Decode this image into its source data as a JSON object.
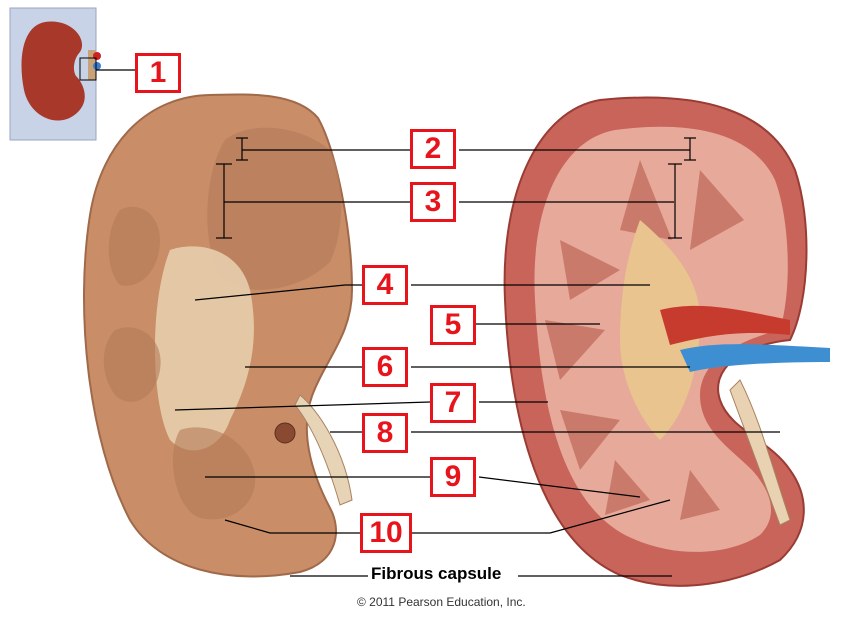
{
  "callouts": [
    {
      "id": "1",
      "label": "1"
    },
    {
      "id": "2",
      "label": "2"
    },
    {
      "id": "3",
      "label": "3"
    },
    {
      "id": "4",
      "label": "4"
    },
    {
      "id": "5",
      "label": "5"
    },
    {
      "id": "6",
      "label": "6"
    },
    {
      "id": "7",
      "label": "7"
    },
    {
      "id": "8",
      "label": "8"
    },
    {
      "id": "9",
      "label": "9"
    },
    {
      "id": "10",
      "label": "10"
    }
  ],
  "caption": "Fibrous capsule",
  "credit": "© 2011 Pearson Education, Inc.",
  "colors": {
    "callout_red": "#e8141c",
    "specimen_tan": "#c98e68",
    "cortex_pink": "#e6a99a",
    "pyramid": "#c97a6a",
    "renal_sinus": "#e9c48f",
    "artery": "#c73a2e",
    "vein": "#3d8fd1"
  },
  "icons": [
    "kidney-thumbnail",
    "kidney-photo",
    "kidney-illustration"
  ]
}
